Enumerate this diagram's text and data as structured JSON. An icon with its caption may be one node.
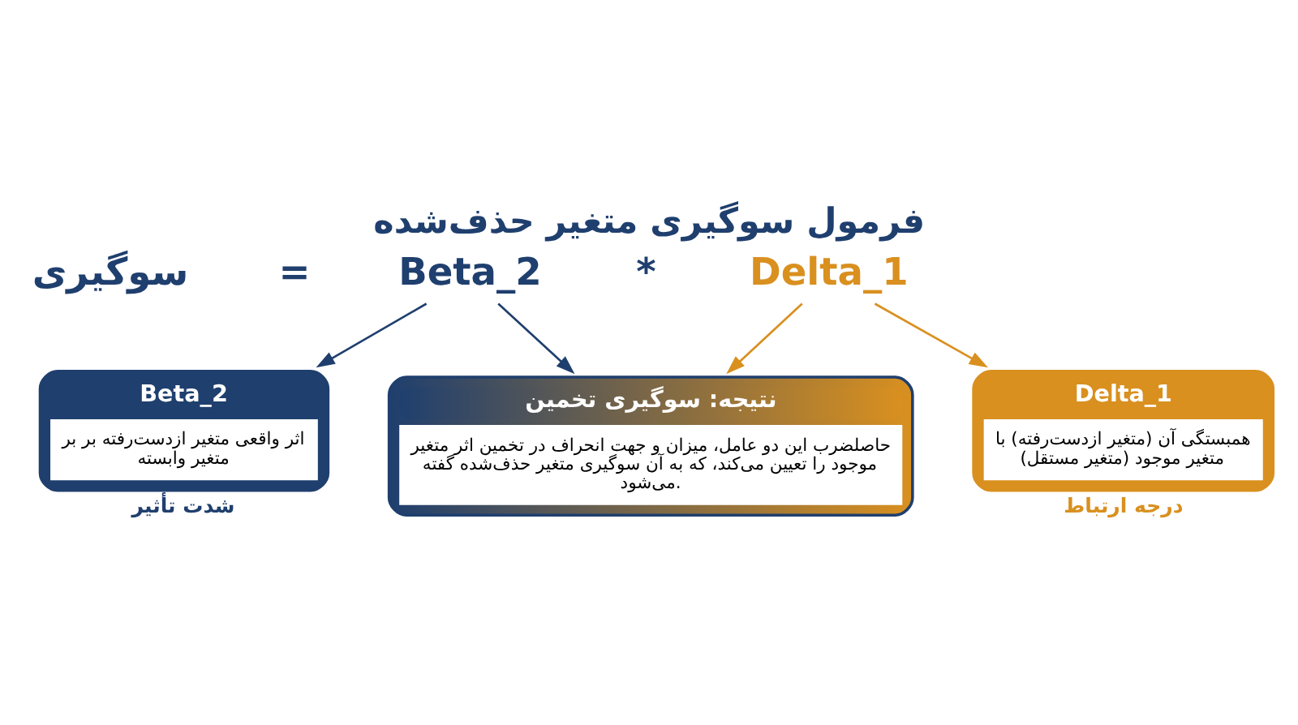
{
  "diagram": {
    "title": "فرمول سوگیری متغیر حذف‌شده",
    "nodes": [
      {
        "text": [
          "Beta_2"
        ]
      },
      {
        "text": [
          "Delta_1"
        ]
      },
      {
        "text": [
          "Beta_2",
          "اثر واقعی متغیر ازدست‌رفته بر بر متغیر وابسته"
        ],
        "beside": [
          "شدت تأثیر"
        ]
      },
      {
        "text": [
          "Delta_1",
          "همبستگی آن (متغیر ازدست‌رفته) با متغیر موجود (متغیر مستقل)"
        ],
        "beside": [
          "درجه ارتباط"
        ]
      },
      {
        "text": [
          "نتیجه: سوگیری تخمین",
          "حاصلضرب این دو عامل، میزان و جهت انحراف در تخمین اثر متغیر موجود را تعیین می‌کند، که به آن سوگیری متغیر حذف‌شده گفته می‌شود."
        ]
      }
    ],
    "edges": [
      {
        "from": 0,
        "to": 2,
        "arrow": "to",
        "color": "#1f3f6e"
      },
      {
        "from": 0,
        "to": 4,
        "arrow": "to",
        "color": "#1f3f6e"
      },
      {
        "from": 1,
        "to": 3,
        "arrow": "to",
        "color": "#d9901f"
      },
      {
        "from": 1,
        "to": 4,
        "arrow": "to",
        "color": "#d9901f"
      }
    ],
    "labels": [
      "سوگیری",
      "=",
      "*"
    ]
  }
}
